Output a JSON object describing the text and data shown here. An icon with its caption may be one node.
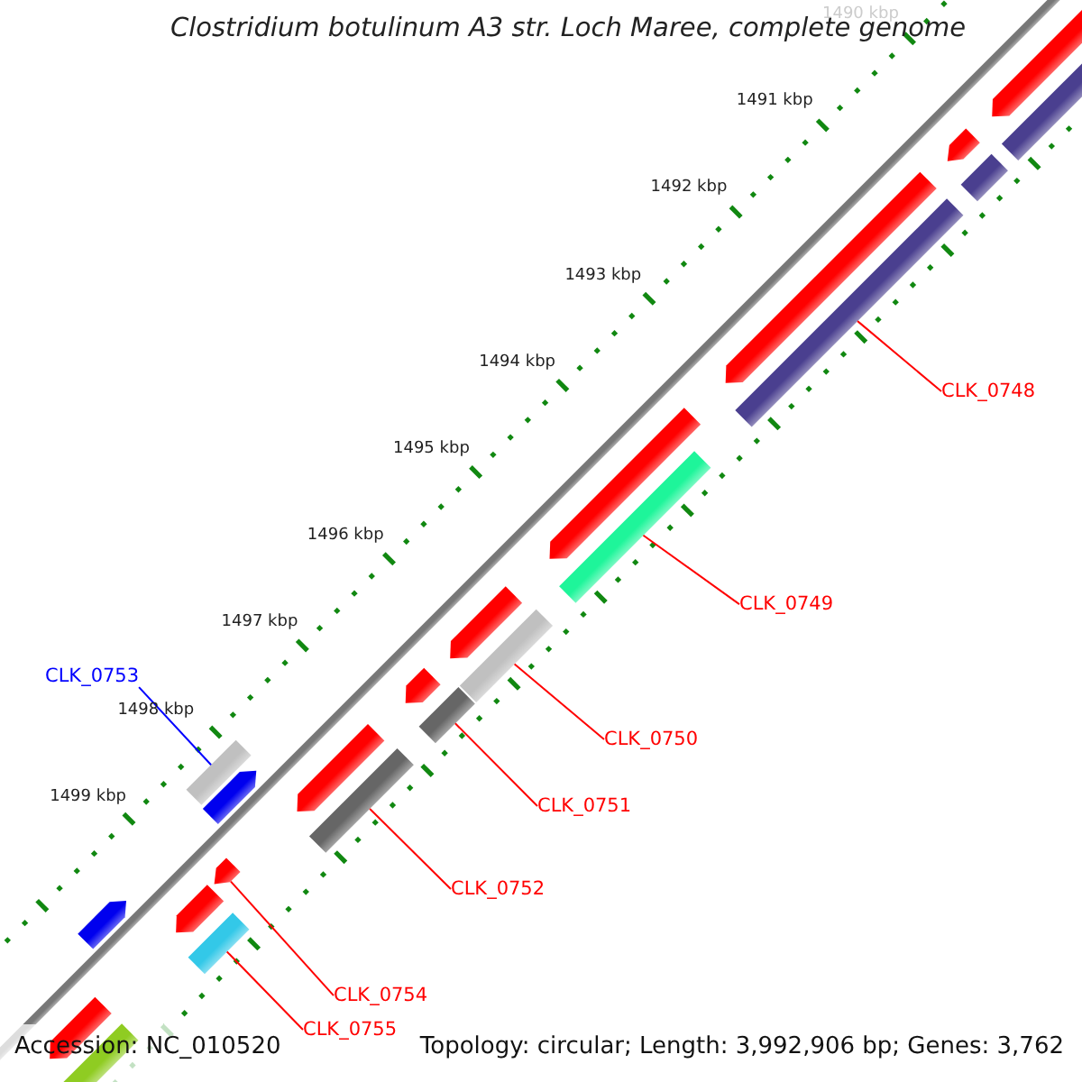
{
  "diagram": {
    "title": "Clostridium botulinum A3 str. Loch Maree, complete genome",
    "nodes": [
      {
        "text": [
          "CLK_0748"
        ]
      },
      {
        "text": [
          "CLK_0749"
        ]
      },
      {
        "text": [
          "CLK_0753"
        ]
      },
      {
        "text": [
          "CLK_0750"
        ]
      },
      {
        "text": [
          "CLK_0751"
        ]
      },
      {
        "text": [
          "CLK_0752"
        ]
      },
      {
        "text": [
          "CLK_0754"
        ]
      },
      {
        "text": [
          "CLK_0755"
        ]
      },
      {
        "text": [],
        "shape": "pentagon"
      },
      {
        "text": [],
        "shape": "pentagon"
      },
      {
        "text": [],
        "shape": "pentagon"
      },
      {
        "text": [],
        "shape": "pentagon"
      },
      {
        "text": [],
        "shape": "pentagon"
      },
      {
        "text": [],
        "shape": "pentagon"
      },
      {
        "text": [],
        "shape": "pentagon"
      },
      {
        "text": [],
        "shape": "pentagon"
      },
      {
        "text": [],
        "shape": "pentagon"
      },
      {
        "text": [],
        "shape": "pentagon"
      },
      {
        "text": [],
        "shape": "bar"
      },
      {
        "text": [],
        "shape": "bar"
      },
      {
        "text": [],
        "shape": "bar"
      },
      {
        "text": [],
        "shape": "bar"
      },
      {
        "text": [],
        "shape": "bar"
      },
      {
        "text": [],
        "shape": "bar"
      },
      {
        "text": [],
        "shape": "bar"
      },
      {
        "text": [],
        "shape": "bar"
      },
      {
        "text": [],
        "shape": "bar"
      },
      {
        "text": [],
        "shape": "pentagon"
      },
      {
        "text": [],
        "shape": "pentagon"
      },
      {
        "text": [],
        "shape": "bar"
      }
    ],
    "edges": [
      {
        "from": 0,
        "to": 24,
        "arrow": "none"
      },
      {
        "from": 1,
        "to": 23,
        "arrow": "none"
      },
      {
        "from": 2,
        "to": 29,
        "arrow": "none",
        "color": "#0000ff"
      },
      {
        "from": 3,
        "to": 22,
        "arrow": "none"
      },
      {
        "from": 4,
        "to": 21,
        "arrow": "none"
      },
      {
        "from": 5,
        "to": 20,
        "arrow": "none"
      },
      {
        "from": 6,
        "to": 10,
        "arrow": "none"
      },
      {
        "from": 7,
        "to": 19,
        "arrow": "none"
      }
    ],
    "labels": [
      "1490 kbp",
      "1491 kbp",
      "1492 kbp",
      "1493 kbp",
      "1494 kbp",
      "1495 kbp",
      "1496 kbp",
      "1497 kbp",
      "1498 kbp",
      "1499 kbp",
      "Accession: NC_010520",
      "Topology: circular; Length: 3,992,906 bp; Genes: 3,762"
    ]
  }
}
